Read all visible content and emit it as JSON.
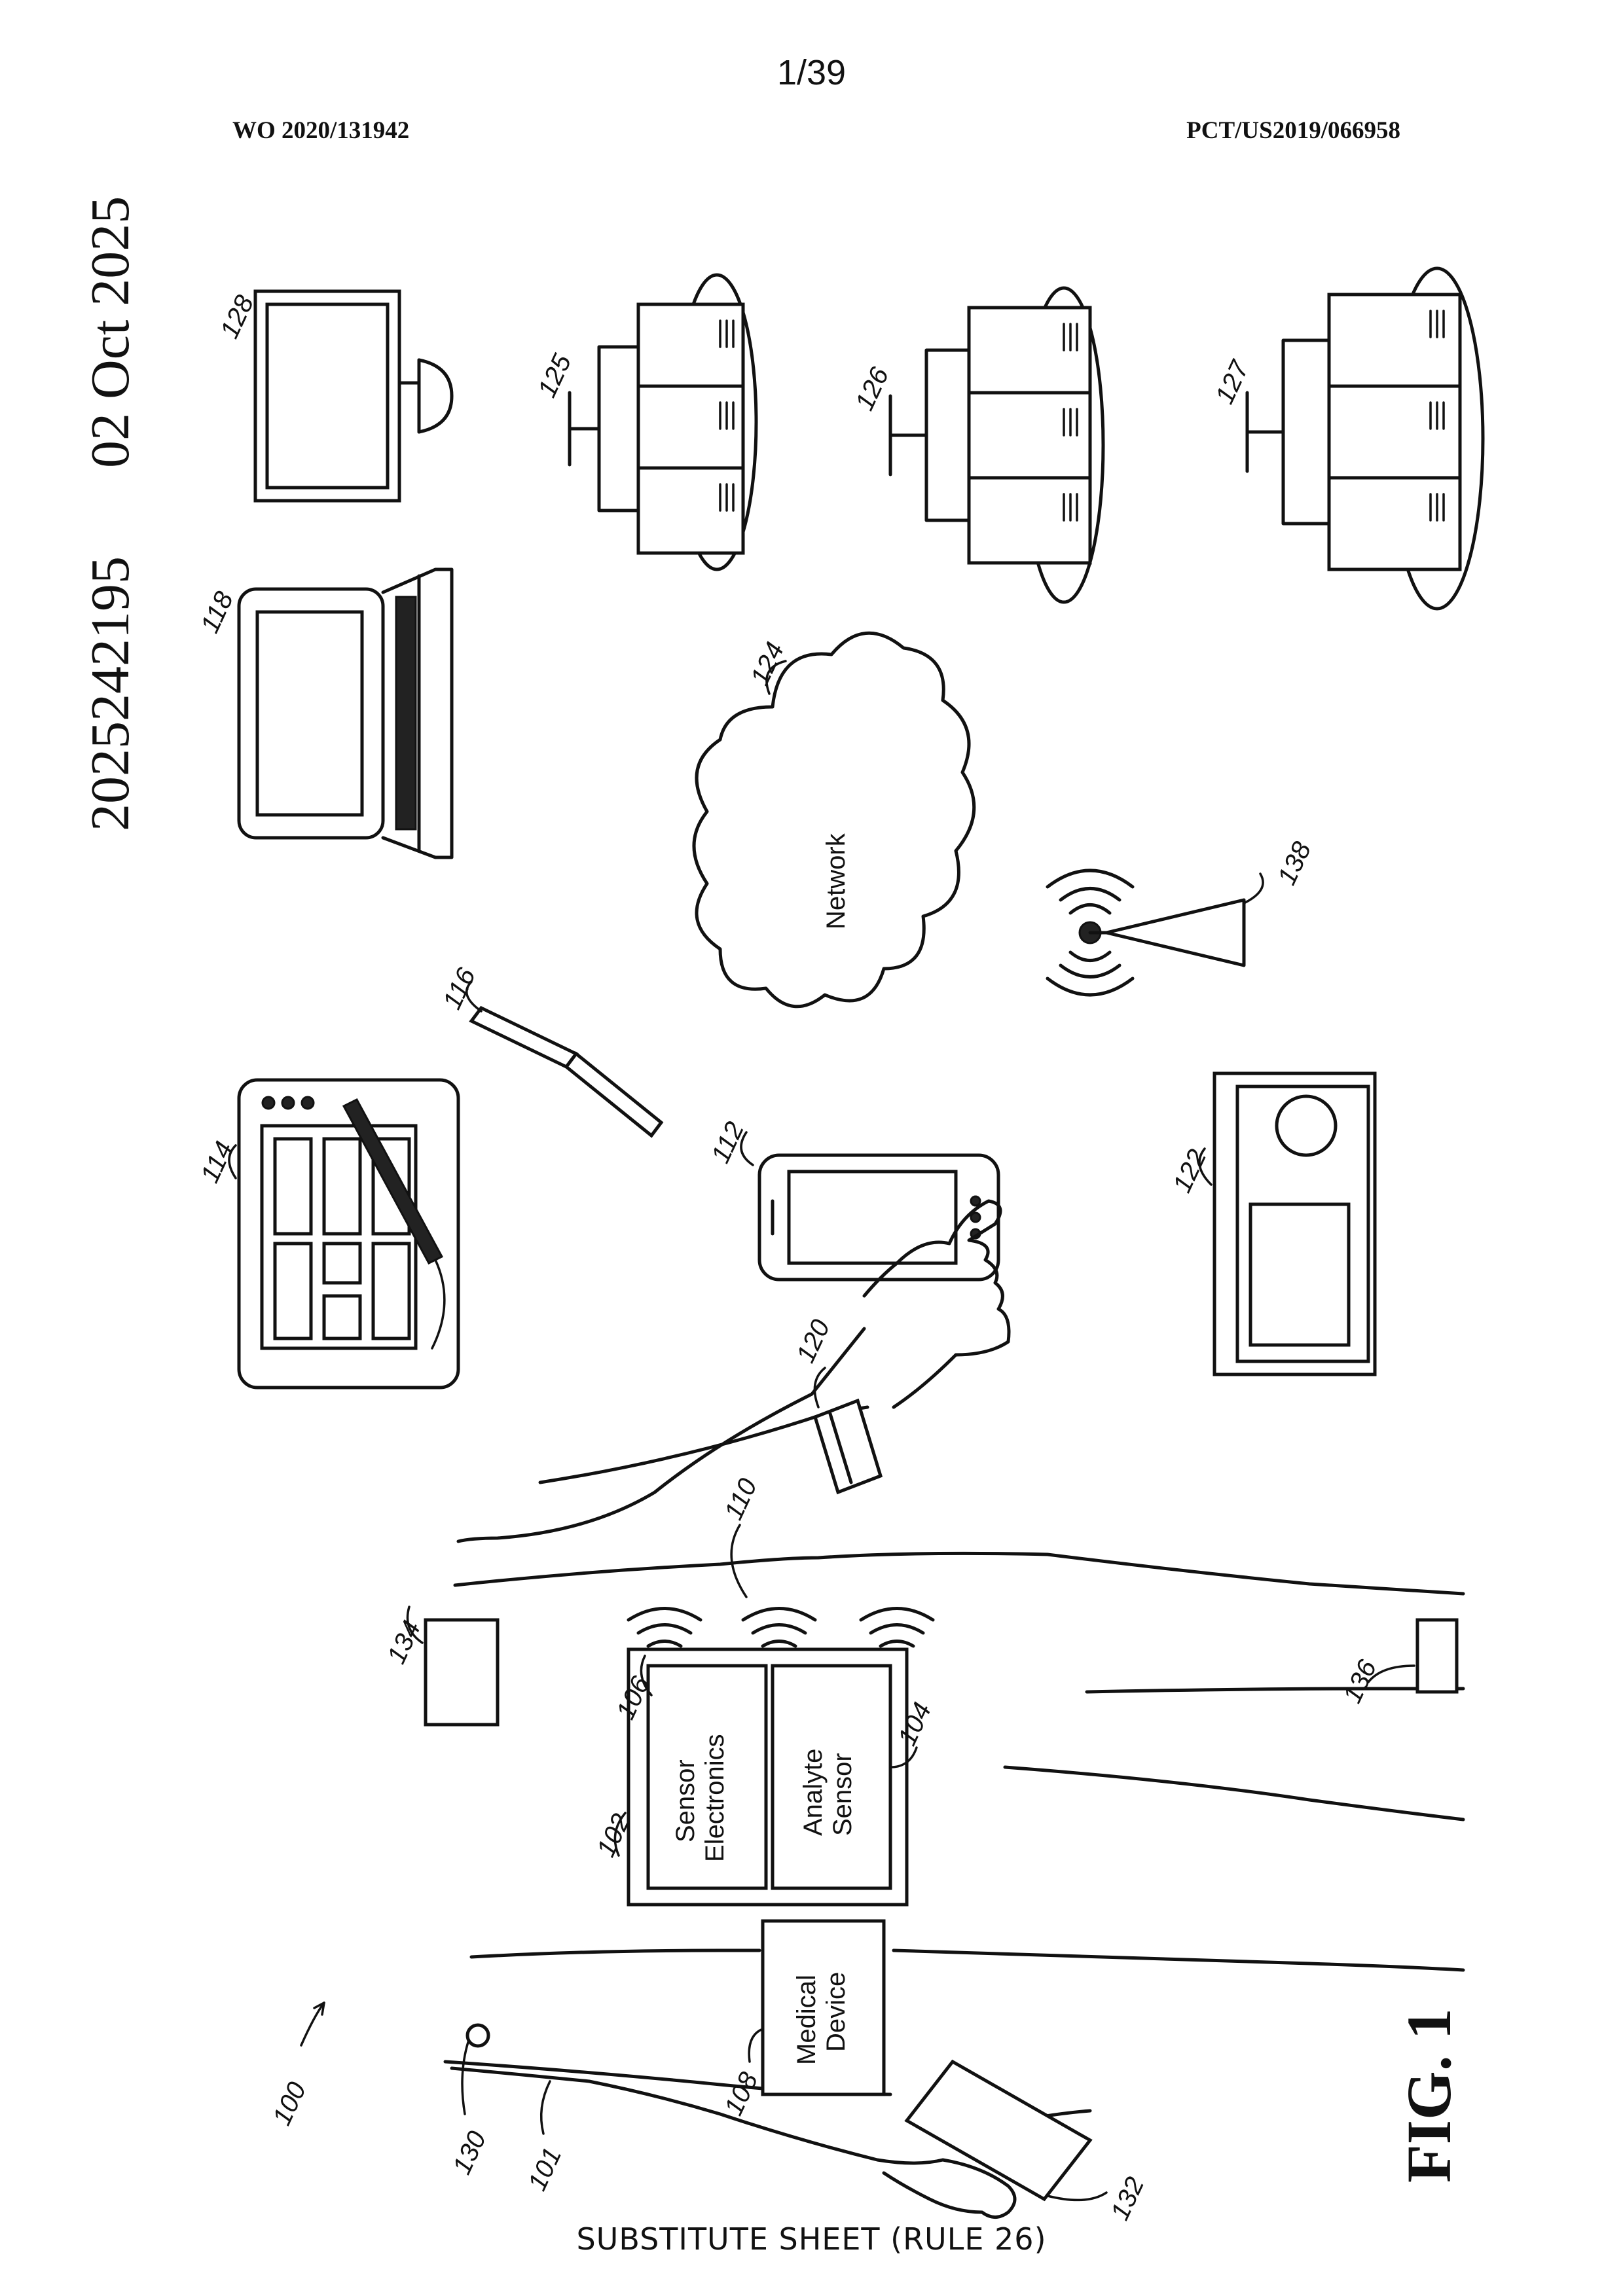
{
  "header": {
    "page_number": "1/39",
    "publication_number": "WO 2020/131942",
    "application_number": "PCT/US2019/066958"
  },
  "side_stamp": {
    "date": "02 Oct 2025",
    "number": "2025242195"
  },
  "figure": {
    "label": "FIG. 1",
    "boxes": {
      "sensor_electronics": "Sensor Electronics",
      "sensor_electronics_line1": "Sensor",
      "sensor_electronics_line2": "Electronics",
      "analyte_sensor": "Analyte Sensor",
      "analyte_sensor_line1": "Analyte",
      "analyte_sensor_line2": "Sensor",
      "medical_device_line1": "Medical",
      "medical_device_line2": "Device",
      "network": "Network"
    },
    "reference_numerals": {
      "system": "100",
      "host": "101",
      "sensor_system": "102",
      "analyte_sensor": "104",
      "sensor_electronics": "106",
      "medical_device": "108",
      "signal": "110",
      "smartphone": "112",
      "tablet": "114",
      "pen": "116",
      "laptop": "118",
      "wearable": "120",
      "receiver": "122",
      "network": "124",
      "server_a": "125",
      "server_b": "126",
      "server_c": "127",
      "monitor": "128",
      "sensor_130": "130",
      "sensor_132": "132",
      "sensor_134": "134",
      "sensor_136": "136",
      "tower": "138"
    }
  },
  "footer": {
    "text": "SUBSTITUTE SHEET (RULE 26)"
  }
}
